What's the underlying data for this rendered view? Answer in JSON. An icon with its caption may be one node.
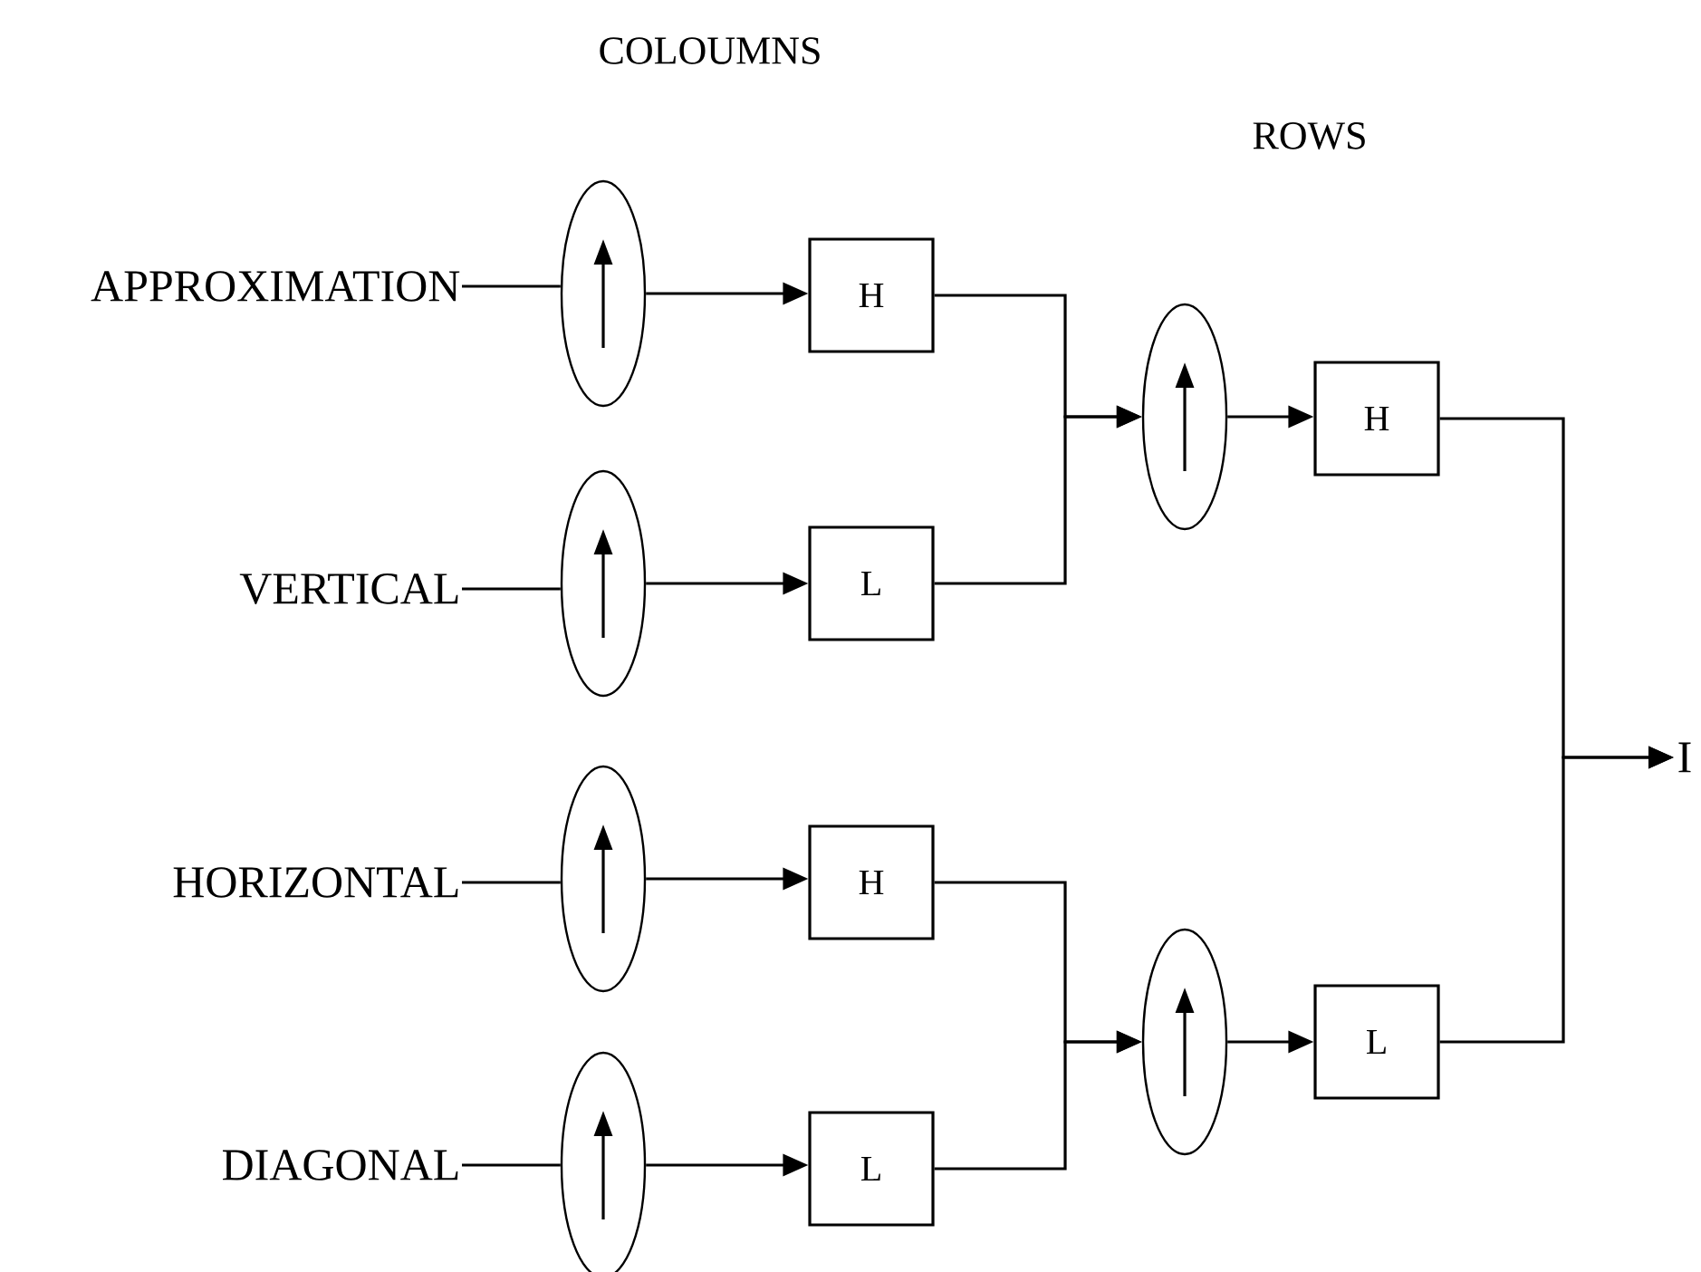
{
  "diagram": {
    "nodes": [
      {
        "text": [
          "APPROXIMATION"
        ]
      },
      {
        "text": [
          "VERTICAL"
        ]
      },
      {
        "text": [
          "HORIZONTAL"
        ]
      },
      {
        "text": [
          "DIAGONAL"
        ]
      },
      {
        "text": [],
        "shape": "ellipse"
      },
      {
        "text": [],
        "shape": "ellipse"
      },
      {
        "text": [],
        "shape": "ellipse"
      },
      {
        "text": [],
        "shape": "ellipse"
      },
      {
        "text": [
          "H"
        ]
      },
      {
        "text": [
          "L"
        ]
      },
      {
        "text": [
          "H"
        ]
      },
      {
        "text": [
          "L"
        ]
      },
      {
        "text": [],
        "shape": "ellipse"
      },
      {
        "text": [],
        "shape": "ellipse"
      },
      {
        "text": [
          "H"
        ]
      },
      {
        "text": [
          "L"
        ]
      },
      {
        "text": [
          "I"
        ]
      }
    ],
    "edges": [
      {
        "from": 0,
        "to": 4,
        "arrow": "none"
      },
      {
        "from": 4,
        "to": 8,
        "arrow": "to"
      },
      {
        "from": 1,
        "to": 5,
        "arrow": "none"
      },
      {
        "from": 5,
        "to": 9,
        "arrow": "to"
      },
      {
        "from": 2,
        "to": 6,
        "arrow": "none"
      },
      {
        "from": 6,
        "to": 10,
        "arrow": "to"
      },
      {
        "from": 3,
        "to": 7,
        "arrow": "none"
      },
      {
        "from": 7,
        "to": 11,
        "arrow": "to"
      },
      {
        "from": 8,
        "to": 12,
        "arrow": "to"
      },
      {
        "from": 9,
        "to": 12,
        "arrow": "to"
      },
      {
        "from": 10,
        "to": 13,
        "arrow": "to"
      },
      {
        "from": 11,
        "to": 13,
        "arrow": "to"
      },
      {
        "from": 12,
        "to": 14,
        "arrow": "to"
      },
      {
        "from": 13,
        "to": 15,
        "arrow": "to"
      },
      {
        "from": 14,
        "to": 16,
        "arrow": "to"
      },
      {
        "from": 15,
        "to": 16,
        "arrow": "to"
      }
    ],
    "labels": [
      "COLOUMNS",
      "ROWS"
    ]
  }
}
